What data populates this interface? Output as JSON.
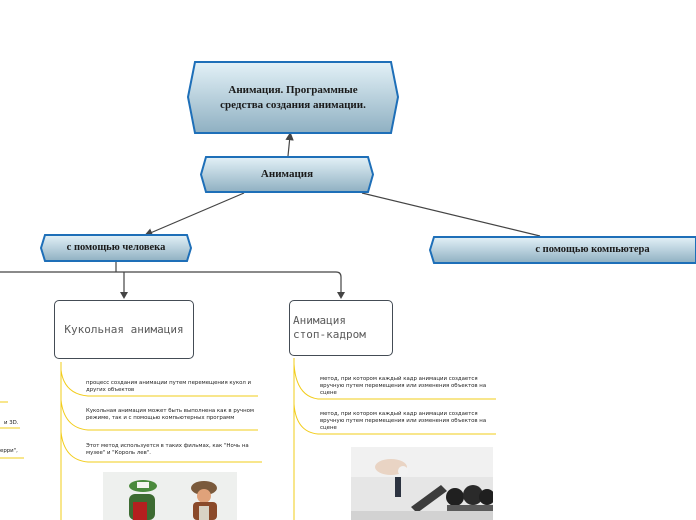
{
  "root": {
    "title_line1": "Анимация. Программные",
    "title_line2": "средства создания анимации."
  },
  "main": {
    "label": "Анимация"
  },
  "branches": {
    "human": "с помощью человека",
    "computer": "с помощью компьютера"
  },
  "puppet": {
    "title": "Кукольная анимация",
    "notes": [
      "процесс создания анимации путем перемещения кукол и других объектов",
      "Кукольная анимация может быть выполнена как в ручном режиме, так и с помощью компьютерных программ",
      "Этот метод используется в таких фильмах, как \"Ночь на музее\" и \"Король лев\"."
    ]
  },
  "stopmotion": {
    "title_line1": "Анимация",
    "title_line2": "стоп-кадром",
    "notes": [
      "метод, при котором каждый кадр анимации создается вручную путем перемещения или изменения объектов на сцене",
      "метод, при котором каждый кадр анимации создается вручную путем перемещения или изменения объектов на сцене"
    ]
  },
  "left_fragments": {
    "frag1": "и 3D.",
    "frag2": "ерри\","
  },
  "colors": {
    "accent_border": "#1e6fb8",
    "hex_fill_top": "#dfeff6",
    "hex_fill_bottom": "#8fb3c6",
    "note_line": "#f2cc1a"
  }
}
